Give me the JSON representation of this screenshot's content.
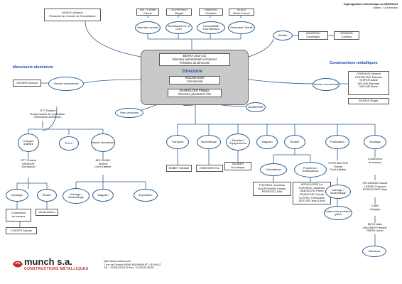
{
  "header": {
    "title": "Organigramme hiérarchique au 05/05/2014",
    "author": "Auteur : La Direction"
  },
  "president": {
    "name": "MUNCH Antoine",
    "role": "Président du Conseil de Surveillance"
  },
  "direction": {
    "block1": {
      "l1": "BEHRA Jean-Luc",
      "l2": "Directeur administratif et financier",
      "l3": "Président du Directoire"
    },
    "title": "Directoire",
    "block2": {
      "l1": "WILLME Boris",
      "l2": "Commercial"
    },
    "block3": {
      "l1": "BAHNOLZER Philippe",
      "l2": "Directeur production CM"
    }
  },
  "top_staff": [
    {
      "n1": "PATTY Anne",
      "n2": "Carole"
    },
    {
      "n1": "TSCHIRHART",
      "n2": "Magali"
    },
    {
      "n1": "OBERRIE",
      "n2": "Christine"
    },
    {
      "n1": "ROSSI",
      "n2": "Marie-France"
    }
  ],
  "top_units": [
    "Standard accueil",
    "Secrétariat Dir. et Com.",
    "Comptabilité Fournisseurs",
    "Personnel Clients"
  ],
  "achats": {
    "label": "Achats",
    "staff": [
      "ANDREOLI",
      "Dominique"
    ],
    "staff2": [
      "DEMARD",
      "Caroline"
    ]
  },
  "menuiserie": {
    "title": "Menuiserie aluminium",
    "staff": "GATARD Arnaud",
    "service": "Service commercial",
    "manager": {
      "l1": "OTT Roland",
      "l2": "Responsable de production",
      "l3": "menuiserie aluminium"
    },
    "subunits": [
      "Chargés d'affaire",
      "S.A.V.",
      "Atelier aluminium"
    ],
    "charges_staff": [
      "OTT Roland",
      "VANASAT",
      "Emmanuel"
    ],
    "atelier_staff": [
      "BELTZUNG",
      "Jérôme",
      "Chef d'atelier"
    ],
    "work": [
      "Montage",
      "Études",
      "Usinage / Assemblage",
      "Magasin",
      "Expédition"
    ],
    "montage_staff": [
      "Conducteur",
      "de travaux"
    ],
    "etudes_staff": "Dessinateurs",
    "coates": "COATES Sylvain"
  },
  "pool_vehicules": "Parc véhicules",
  "constructions": {
    "title": "Constructions métalliques",
    "service": "Service commercial",
    "staff": [
      "FERRAND Vincent",
      "HOHRA RAT Maurice",
      "SHIFER Adèle",
      "WILLME Bernard",
      "WILLME Boris"
    ],
    "munch": "MUNCH Roger",
    "qualite": "Qualité/SSE",
    "units": [
      "Transport",
      "Informatique",
      "Entretien/ Équipements",
      "Magasin",
      "Études",
      "Fabrication",
      "Montage"
    ],
    "transport_staff": "EMBET Michaël",
    "info_staff": "HEBISSER Eric",
    "entretien_staff": "SAUBER Dominique",
    "etudes_sub": [
      "Calculateurs",
      "Projeteurs / Dessinateurs"
    ],
    "calc_staff": [
      "FOEHRLE Jonathan",
      "BAUFFANNIN Fabien",
      "PERASSO Julia"
    ],
    "proj_staff": [
      "APFHOLDER Loi",
      "FOEHRLE Jonathan",
      "HAEGELEN Pierre",
      "FRANCOIS Claude",
      "TUFFELI Christophe",
      "ZEITLER Jean-Louis"
    ],
    "fab_manager": [
      "STRITMATTER",
      "Thierry",
      "Chef d'atelier"
    ],
    "fab_sub": [
      "Usinage / Assemblage",
      "Traitements peinture, galva"
    ],
    "montage_sub": [
      "Conducteur",
      "de travaux"
    ],
    "montage_staff": [
      "FELLMANN Claude",
      "LERIRE François",
      "ROSFELDER Marc"
    ],
    "chef": [
      "Chefs",
      "d'équipe"
    ],
    "chef_staff": [
      "BECK Alain",
      "WAGNER Frédéric",
      "PAPRI Lionel"
    ],
    "monteurs": "Monteurs"
  },
  "footer": {
    "brand": "munch s.a.",
    "sub": "CONSTRUCTIONS MÉTALLIQUES",
    "url": "http://www.munch-sa.fr",
    "addr": "7 rue de l'Avenir 68990 BURNHAUPT-LE-HAUT",
    "tel": "Tél. : 03.89.83.50.00 Fax : 03.89.62.66.83"
  },
  "colors": {
    "accent": "#1c4fae",
    "line": "#2a5c8f",
    "grey": "#c9c9c9",
    "logo_red": "#c62828"
  }
}
